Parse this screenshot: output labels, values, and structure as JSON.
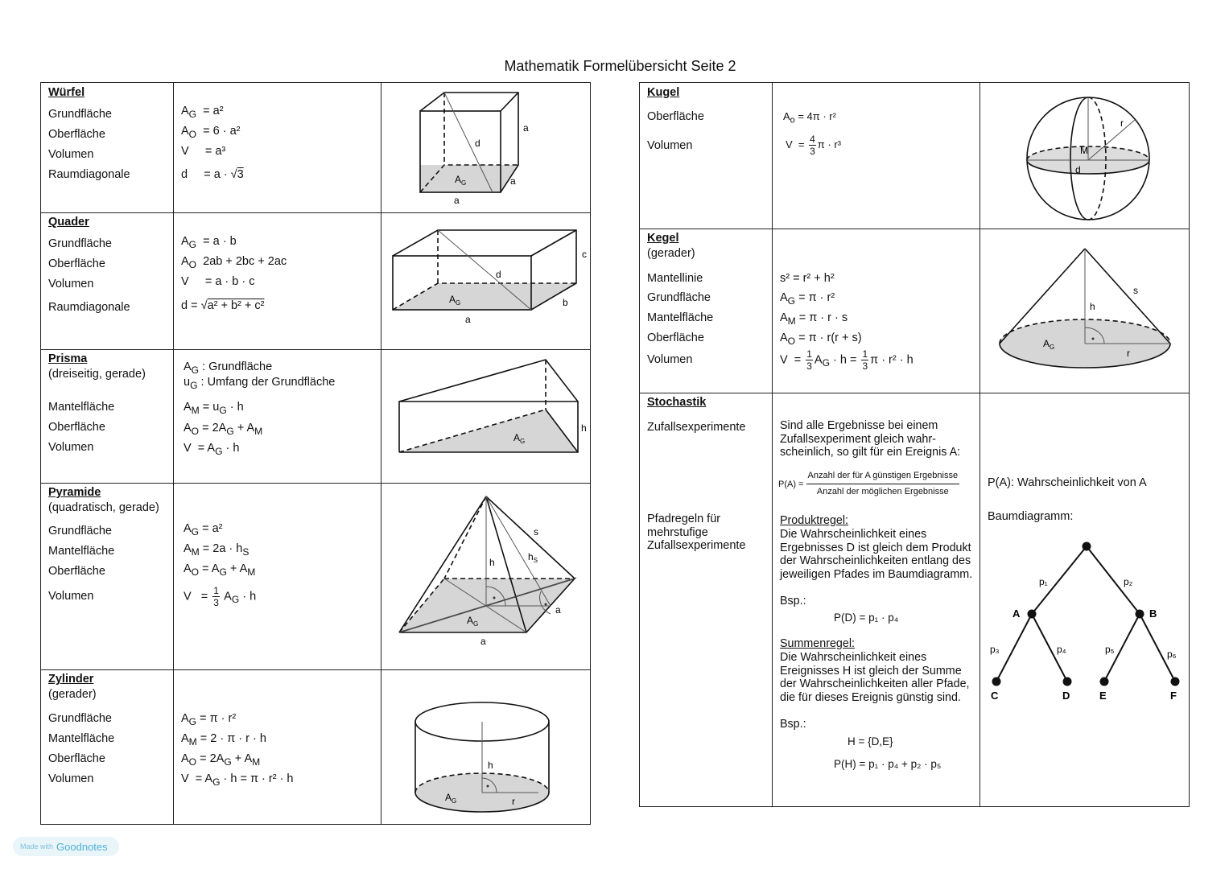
{
  "title": "Mathematik Formelübersicht Seite 2",
  "left": {
    "wuerfel": {
      "heading": "Würfel",
      "labels": [
        "Grundfläche",
        "Oberfläche",
        "Volumen",
        "Raumdiagonale"
      ],
      "formulas": [
        "A",
        "G",
        "= a²",
        "A",
        "O",
        "= 6 · a²",
        "V",
        "= a³",
        "d",
        "= a ·"
      ],
      "sqrt_arg": "3",
      "fig_labels": {
        "a_right": "a",
        "a_side": "a",
        "a_bottom": "a",
        "d": "d",
        "ag": "A",
        "ag_sub": "G"
      }
    },
    "quader": {
      "heading": "Quader",
      "labels": [
        "Grundfläche",
        "Oberfläche",
        "Volumen",
        "Raumdiagonale"
      ],
      "f1": "= a · b",
      "f2": "2ab + 2bc + 2ac",
      "f3": "= a · b · c",
      "f4_prefix": "d   =",
      "sqrt_arg": "a² + b² + c²",
      "fig_labels": {
        "c": "c",
        "b": "b",
        "a": "a",
        "d": "d",
        "ag": "A",
        "ag_sub": "G"
      }
    },
    "prisma": {
      "heading": "Prisma",
      "sub": "(dreiseitig, gerade)",
      "labels": [
        "Mantelfläche",
        "Oberfläche",
        "Volumen"
      ],
      "def1": ": Grundfläche",
      "def2": ": Umfang der Grundfläche",
      "f1": "= u",
      "f1b": "· h",
      "f2": "= 2A",
      "f2b": "+ A",
      "f3": "= A",
      "f3b": "· h",
      "fig_labels": {
        "h": "h",
        "ag": "A",
        "ag_sub": "G"
      }
    },
    "pyramide": {
      "heading": "Pyramide",
      "sub": "(quadratisch, gerade)",
      "labels": [
        "Grundfläche",
        "Mantelfläche",
        "Oberfläche",
        "Volumen"
      ],
      "f1": "= a²",
      "f2": "= 2a · h",
      "f3": "= A",
      "f3b": "+ A",
      "f4_num": "1",
      "f4_den": "3",
      "f4b": "· h",
      "fig_labels": {
        "s": "s",
        "hs": "h",
        "hs_sub": "S",
        "h": "h",
        "a_side": "a",
        "a_bottom": "a",
        "ag": "A",
        "ag_sub": "G"
      }
    },
    "zylinder": {
      "heading": "Zylinder",
      "sub": "(gerader)",
      "labels": [
        "Grundfläche",
        "Mantelfläche",
        "Oberfläche",
        "Volumen"
      ],
      "f1": "= π · r²",
      "f2": "= 2 · π · r · h",
      "f3": "= 2A",
      "f3b": "+ A",
      "f4": "= A",
      "f4b": "· h = π · r² · h",
      "fig_labels": {
        "h": "h",
        "r": "r",
        "ag": "A",
        "ag_sub": "G"
      }
    }
  },
  "right": {
    "kugel": {
      "heading": "Kugel",
      "labels": [
        "Oberfläche",
        "Volumen"
      ],
      "f1": "= 4π · r²",
      "f2_num": "4",
      "f2_den": "3",
      "f2b": "π · r³",
      "fig_labels": {
        "M": "M",
        "r": "r",
        "d": "d"
      }
    },
    "kegel": {
      "heading": "Kegel",
      "sub": "(gerader)",
      "labels": [
        "Mantellinie",
        "Grundfläche",
        "Mantelfläche",
        "Oberfläche",
        "Volumen"
      ],
      "f1": "s²  = r² + h²",
      "f2": "= π · r²",
      "f3": "= π · r · s",
      "f4": "= π · r(r + s)",
      "f5_num": "1",
      "f5_den": "3",
      "f5b": "· h =",
      "f5c": "π · r² · h",
      "fig_labels": {
        "s": "s",
        "h": "h",
        "r": "r",
        "ag": "A",
        "ag_sub": "G"
      }
    },
    "stochastik": {
      "heading": "Stochastik",
      "label1": "Zufallsexperimente",
      "label2": "Pfadregeln für mehrstufige Zufallsexperimente",
      "intro": "Sind alle Ergebnisse bei einem Zufallsexperiment gleich wahr-scheinlich, so gilt für ein Ereignis A:",
      "pa": "P(A) =",
      "pa_num": "Anzahl der für A günstigen Ergebnisse",
      "pa_den": "Anzahl der möglichen Ergebnisse",
      "pa_def": "P(A): Wahrscheinlichkeit von A",
      "tree_label": "Baumdiagramm:",
      "produkt_head": "Produktregel:",
      "produkt_text": "Die Wahrscheinlichkeit eines Ergebnisses D ist gleich dem Produkt der Wahrscheinlichkeiten entlang des jeweiligen Pfades im Baumdiagramm.",
      "bsp": "Bsp.:",
      "produkt_ex": "P(D) = p₁ · p₄",
      "summen_head": "Summenregel:",
      "summen_text": "Die Wahrscheinlichkeit eines Ereignisses H ist gleich der Summe der Wahrscheinlichkeiten aller Pfade, die für dieses Ereignis günstig sind.",
      "summen_ex1": "H = {D,E}",
      "summen_ex2": "P(H) = p₁ · p₄ + p₂ · p₅",
      "tree": {
        "A": "A",
        "B": "B",
        "C": "C",
        "D": "D",
        "E": "E",
        "F": "F",
        "p1": "p₁",
        "p2": "p₂",
        "p3": "p₃",
        "p4": "p₄",
        "p5": "p₅",
        "p6": "p₆"
      }
    }
  },
  "badge": {
    "made": "Made with",
    "brand": "Goodnotes"
  }
}
